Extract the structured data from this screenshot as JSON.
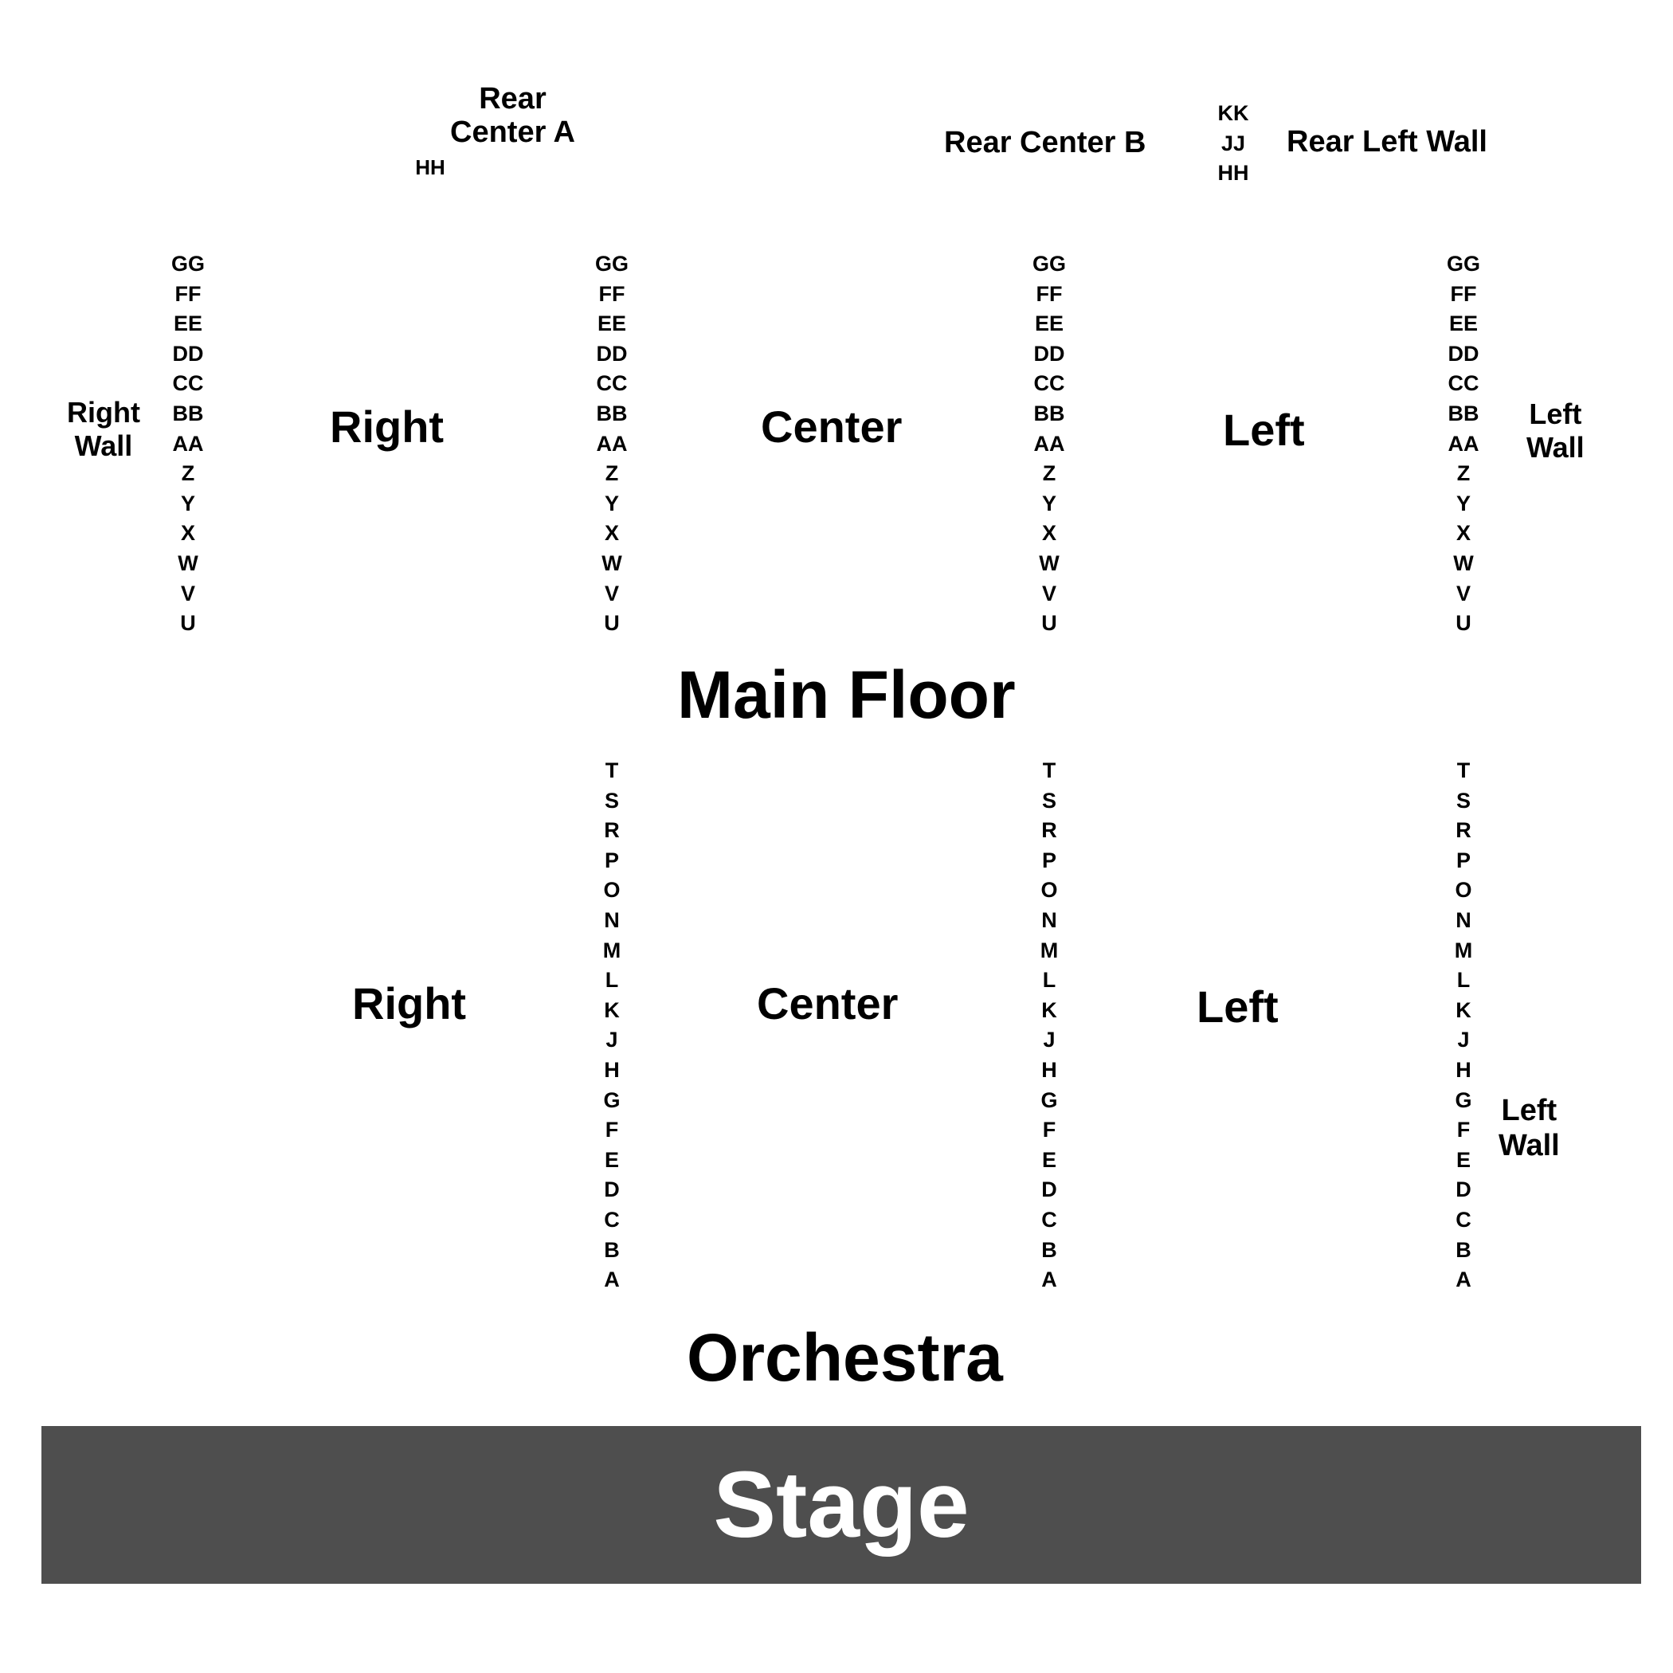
{
  "rear": {
    "center_a": "Rear\nCenter A",
    "center_a_rows": [
      "HH"
    ],
    "center_b": "Rear Center B",
    "left_wall": "Rear Left Wall",
    "left_wall_rows": [
      "KK",
      "JJ",
      "HH"
    ]
  },
  "main_floor": {
    "title": "Main Floor",
    "sections": {
      "right_wall": "Right\nWall",
      "right": "Right",
      "center": "Center",
      "left": "Left",
      "left_wall": "Left\nWall"
    },
    "rows": [
      "GG",
      "FF",
      "EE",
      "DD",
      "CC",
      "BB",
      "AA",
      "Z",
      "Y",
      "X",
      "W",
      "V",
      "U"
    ]
  },
  "orchestra": {
    "title": "Orchestra",
    "sections": {
      "right": "Right",
      "center": "Center",
      "left": "Left",
      "left_wall": "Left\nWall"
    },
    "rows": [
      "T",
      "S",
      "R",
      "P",
      "O",
      "N",
      "M",
      "L",
      "K",
      "J",
      "H",
      "G",
      "F",
      "E",
      "D",
      "C",
      "B",
      "A"
    ]
  },
  "stage": {
    "label": "Stage",
    "color": "#4e4e4e",
    "text_color": "#ffffff"
  }
}
